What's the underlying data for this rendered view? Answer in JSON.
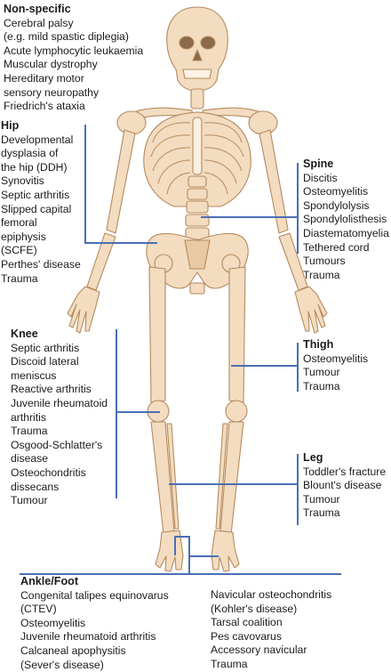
{
  "groups": {
    "nonspecific": {
      "heading": "Non-specific",
      "items": [
        "Cerebral palsy\n  (e.g. mild spastic diplegia)",
        "Acute lymphocytic leukaemia",
        "Muscular dystrophy",
        "Hereditary motor\n  sensory neuropathy",
        "Friedrich's ataxia"
      ]
    },
    "hip": {
      "heading": "Hip",
      "items": [
        "Developmental\n  dysplasia of\n  the hip (DDH)",
        "Synovitis",
        "Septic arthritis",
        "Slipped capital\n  femoral\n  epiphysis\n  (SCFE)",
        "Perthes' disease",
        "Trauma"
      ]
    },
    "spine": {
      "heading": "Spine",
      "items": [
        "Discitis",
        "Osteomyelitis",
        "Spondylolysis",
        "Spondylolisthesis",
        "Diastematomyelia",
        "Tethered cord",
        "Tumours",
        "Trauma"
      ]
    },
    "knee": {
      "heading": "Knee",
      "items": [
        "Septic arthritis",
        "Discoid lateral\n  meniscus",
        "Reactive arthritis",
        "Juvenile rheumatoid\n  arthritis",
        "Trauma",
        "Osgood-Schlatter's\n  disease",
        "Osteochondritis\n  dissecans",
        "Tumour"
      ]
    },
    "thigh": {
      "heading": "Thigh",
      "items": [
        "Osteomyelitis",
        "Tumour",
        "Trauma"
      ]
    },
    "leg": {
      "heading": "Leg",
      "items": [
        "Toddler's fracture",
        "Blount's disease",
        "Tumour",
        "Trauma"
      ]
    },
    "ankle": {
      "heading": "Ankle/Foot",
      "items_left": [
        "Congenital talipes equinovarus\n  (CTEV)",
        "Osteomyelitis",
        "Juvenile rheumatoid arthritis",
        "Calcaneal apophysitis\n  (Sever's disease)"
      ],
      "items_right": [
        "Navicular osteochondritis\n  (Kohler's disease)",
        "Tarsal coalition",
        "Pes cavovarus",
        "Accessory navicular",
        "Trauma"
      ]
    }
  },
  "colors": {
    "bone": "#f3dcc0",
    "bone_outline": "#b58a5e",
    "pointer_line": "#4a6fb5",
    "text": "#1b1b1b"
  }
}
